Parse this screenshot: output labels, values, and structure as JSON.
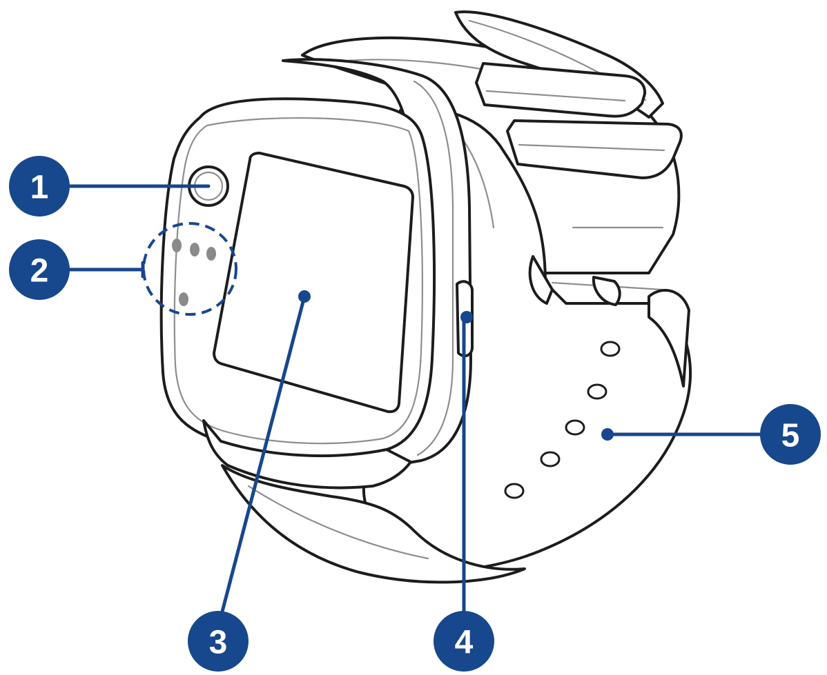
{
  "diagram": {
    "subject": "smartwatch",
    "colors": {
      "callout": "#17478c",
      "outline": "#1c1c1c",
      "inner_line": "#8d8d8d",
      "sensor_dot": "#8a8a8a",
      "background": "#ffffff"
    },
    "callouts": [
      {
        "label": "1",
        "part": "camera"
      },
      {
        "label": "2",
        "part": "sensor-array"
      },
      {
        "label": "3",
        "part": "touchscreen"
      },
      {
        "label": "4",
        "part": "side-button"
      },
      {
        "label": "5",
        "part": "strap"
      }
    ]
  }
}
